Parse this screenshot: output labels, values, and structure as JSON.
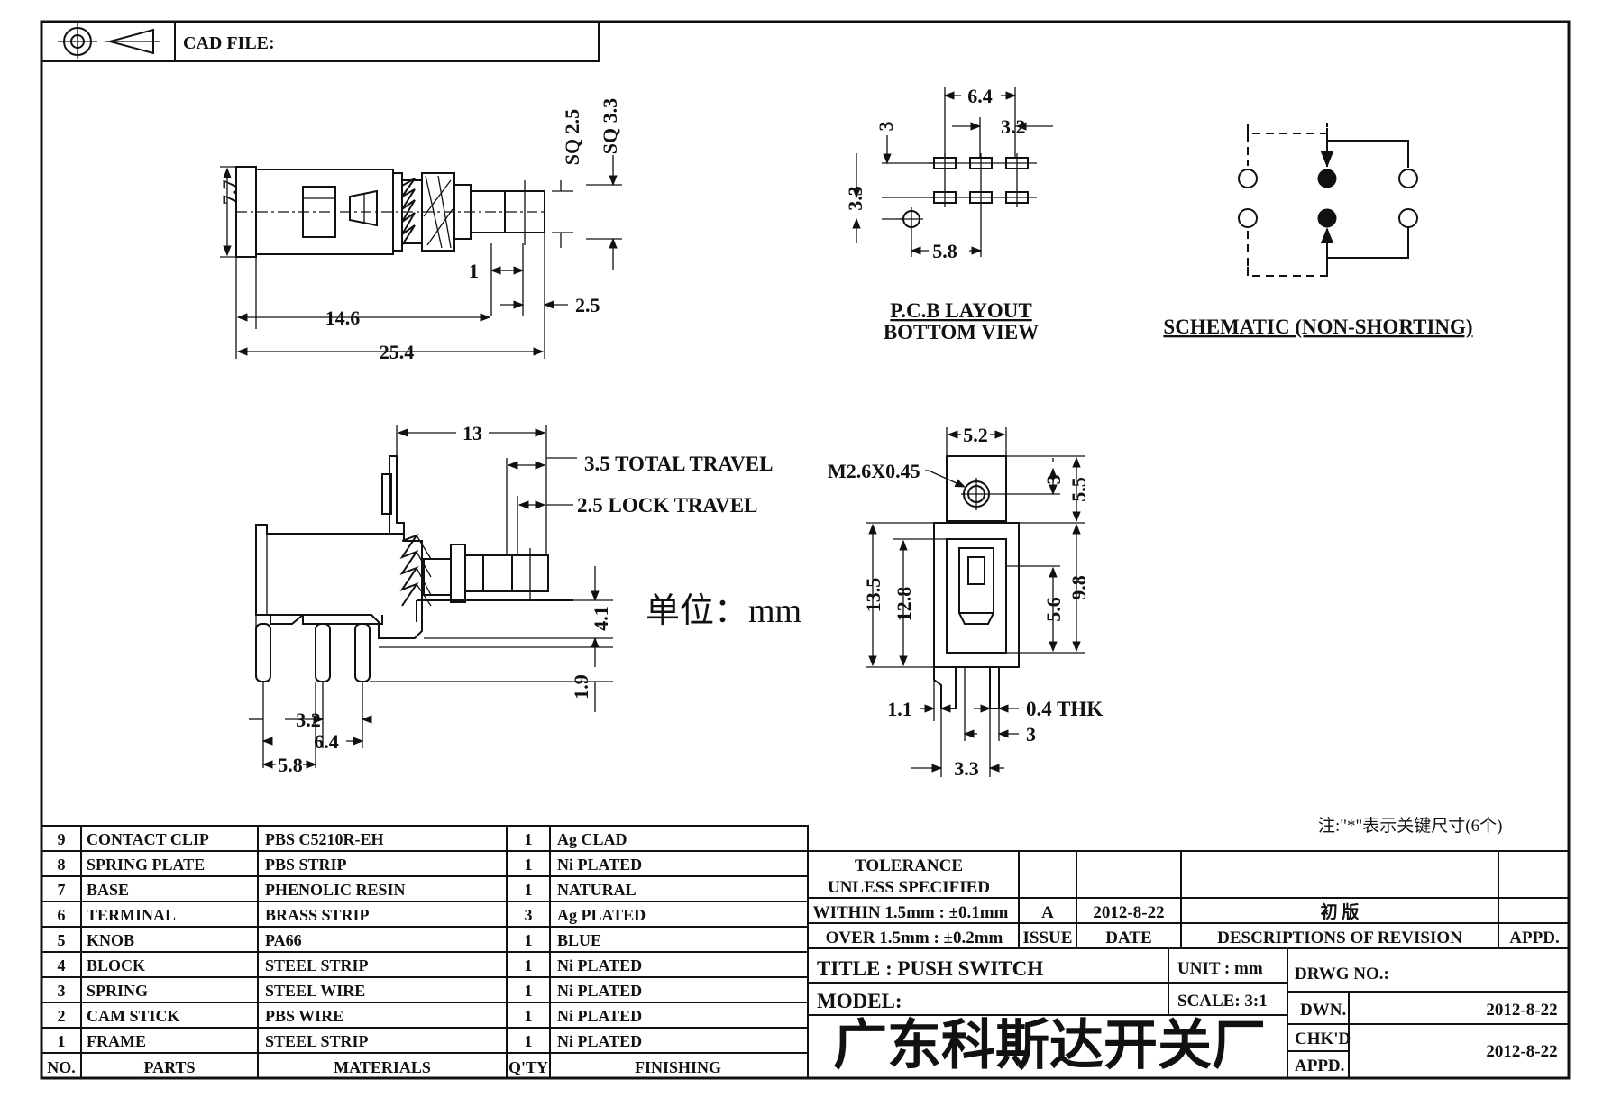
{
  "header": {
    "cad_file_label": "CAD FILE:"
  },
  "side_view": {
    "dim_height": "7.7",
    "dim_sq_inner": "SQ 2.5",
    "dim_sq_outer": "SQ 3.3",
    "dim_1": "1",
    "dim_2_5": "2.5",
    "dim_14_6": "14.6",
    "dim_25_4": "25.4"
  },
  "pcb_layout": {
    "dim_6_4": "6.4",
    "dim_3_2": "3.2",
    "dim_3": "3",
    "dim_3_3": "3.3",
    "dim_5_8": "5.8",
    "caption_line1": "P.C.B LAYOUT",
    "caption_line2": "BOTTOM VIEW"
  },
  "schematic": {
    "caption": "SCHEMATIC (NON-SHORTING)"
  },
  "front_view": {
    "dim_13": "13",
    "total_travel": "3.5 TOTAL TRAVEL",
    "lock_travel": "2.5 LOCK TRAVEL",
    "dim_4_1": "4.1",
    "dim_1_9": "1.9",
    "dim_3_2": "3.2",
    "dim_6_4": "6.4",
    "dim_5_8": "5.8"
  },
  "unit_note": "单位：mm",
  "end_view": {
    "dim_5_2": "5.2",
    "thread": "M2.6X0.45",
    "dim_3": "3",
    "dim_5_5": "5.5",
    "dim_13_5": "13.5",
    "dim_12_8": "12.8",
    "dim_5_6": "5.6",
    "dim_9_8": "9.8",
    "dim_1_1": "1.1",
    "dim_0_4_thk": "0.4 THK",
    "dim_3_lower": "3",
    "dim_3_3": "3.3"
  },
  "key_note": "注:\"*\"表示关键尺寸(6个)",
  "bom": {
    "rows": [
      {
        "no": "9",
        "part": "CONTACT CLIP",
        "material": "PBS C5210R-EH",
        "qty": "1",
        "finishing": "Ag CLAD"
      },
      {
        "no": "8",
        "part": "SPRING PLATE",
        "material": "PBS STRIP",
        "qty": "1",
        "finishing": "Ni PLATED"
      },
      {
        "no": "7",
        "part": "BASE",
        "material": "PHENOLIC RESIN",
        "qty": "1",
        "finishing": "NATURAL"
      },
      {
        "no": "6",
        "part": "TERMINAL",
        "material": "BRASS STRIP",
        "qty": "3",
        "finishing": "Ag PLATED"
      },
      {
        "no": "5",
        "part": "KNOB",
        "material": "PA66",
        "qty": "1",
        "finishing": "BLUE"
      },
      {
        "no": "4",
        "part": "BLOCK",
        "material": "STEEL STRIP",
        "qty": "1",
        "finishing": "Ni PLATED"
      },
      {
        "no": "3",
        "part": "SPRING",
        "material": "STEEL WIRE",
        "qty": "1",
        "finishing": "Ni PLATED"
      },
      {
        "no": "2",
        "part": "CAM STICK",
        "material": "PBS WIRE",
        "qty": "1",
        "finishing": "Ni PLATED"
      },
      {
        "no": "1",
        "part": "FRAME",
        "material": "STEEL STRIP",
        "qty": "1",
        "finishing": "Ni PLATED"
      }
    ],
    "header": {
      "no": "NO.",
      "part": "PARTS",
      "material": "MATERIALS",
      "qty": "Q'TY",
      "finishing": "FINISHING"
    }
  },
  "title_block": {
    "tolerance_line1": "TOLERANCE",
    "tolerance_line2": "UNLESS  SPECIFIED",
    "within": "WITHIN 1.5mm : ±0.1mm",
    "over": "OVER 1.5mm : ±0.2mm",
    "issue_value": "A",
    "date_value": "2012-8-22",
    "revision_value": "初 版",
    "issue_label": "ISSUE",
    "date_label": "DATE",
    "revision_label": "DESCRIPTIONS  OF  REVISION",
    "appd_label": "APPD.",
    "title": "TITLE : PUSH  SWITCH",
    "model": "MODEL:",
    "unit": "UNIT :   mm",
    "scale": "SCALE:  3:1",
    "company": "广东科斯达开关厂",
    "drwg_no": "DRWG NO.:",
    "dwn": "DWN.",
    "dwn_date": "2012-8-22",
    "chkd": "CHK'D",
    "appd": "APPD.",
    "chk_date": "2012-8-22"
  }
}
